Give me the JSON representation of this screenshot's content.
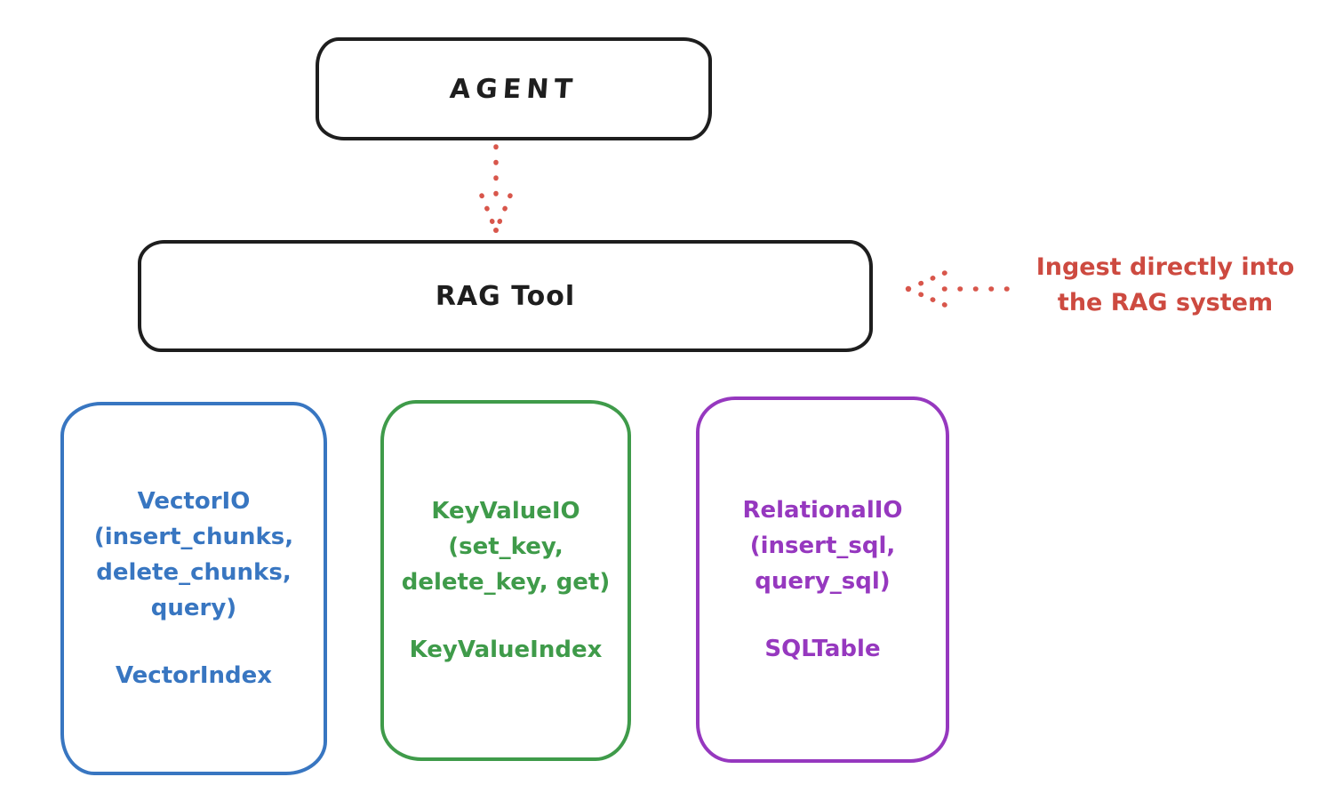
{
  "diagram": {
    "background": "#ffffff",
    "ink_color": "#1e1e1e",
    "accent_red": "#cd4a40",
    "agent": {
      "label": "AGENT"
    },
    "rag_tool": {
      "label": "RAG Tool"
    },
    "annotation": {
      "text": "Ingest directly into\nthe RAG system"
    },
    "arrows": [
      {
        "name": "agent-to-ragtool",
        "style": "dotted",
        "color": "#cd4a40",
        "direction": "down"
      },
      {
        "name": "ingest-into-ragtool",
        "style": "dotted",
        "color": "#cd4a40",
        "direction": "left"
      }
    ],
    "backends": [
      {
        "name": "vector-io",
        "color": "#3876c1",
        "methods": "VectorIO\n(insert_chunks,\ndelete_chunks,\nquery)",
        "index": "VectorIndex"
      },
      {
        "name": "keyvalue-io",
        "color": "#3f9b4a",
        "methods": "KeyValueIO\n(set_key,\ndelete_key, get)",
        "index": "KeyValueIndex"
      },
      {
        "name": "relational-io",
        "color": "#9638bf",
        "methods": "RelationalIO\n(insert_sql,\nquery_sql)",
        "index": "SQLTable"
      }
    ]
  }
}
